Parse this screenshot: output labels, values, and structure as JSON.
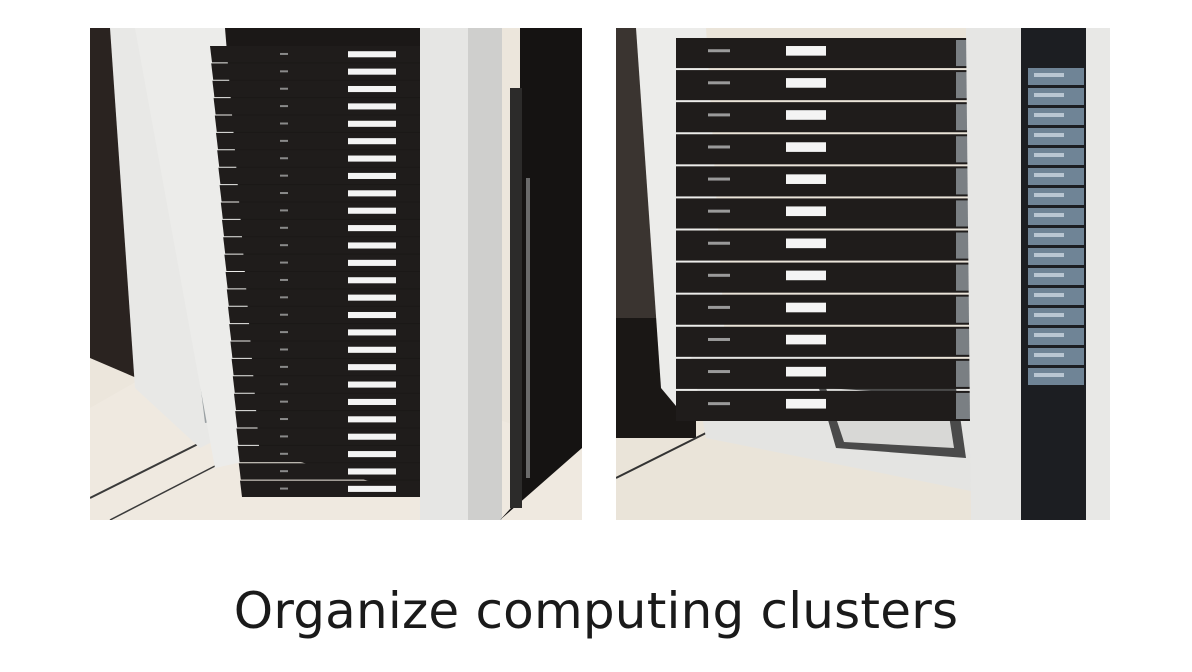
{
  "slide": {
    "caption": "Organize computing clusters",
    "photos": [
      {
        "name": "server-rack-photo-left",
        "server_units_visible": 26
      },
      {
        "name": "server-rack-photo-right",
        "server_units_visible": 12
      }
    ]
  },
  "colors": {
    "background": "#ffffff",
    "caption_text": "#1a1a1a",
    "rack_frame": "#e6e6e4",
    "server_face": "#1f1c1b",
    "drive_label": "#f4f4f4",
    "floor_tile": "#ece6dc"
  }
}
